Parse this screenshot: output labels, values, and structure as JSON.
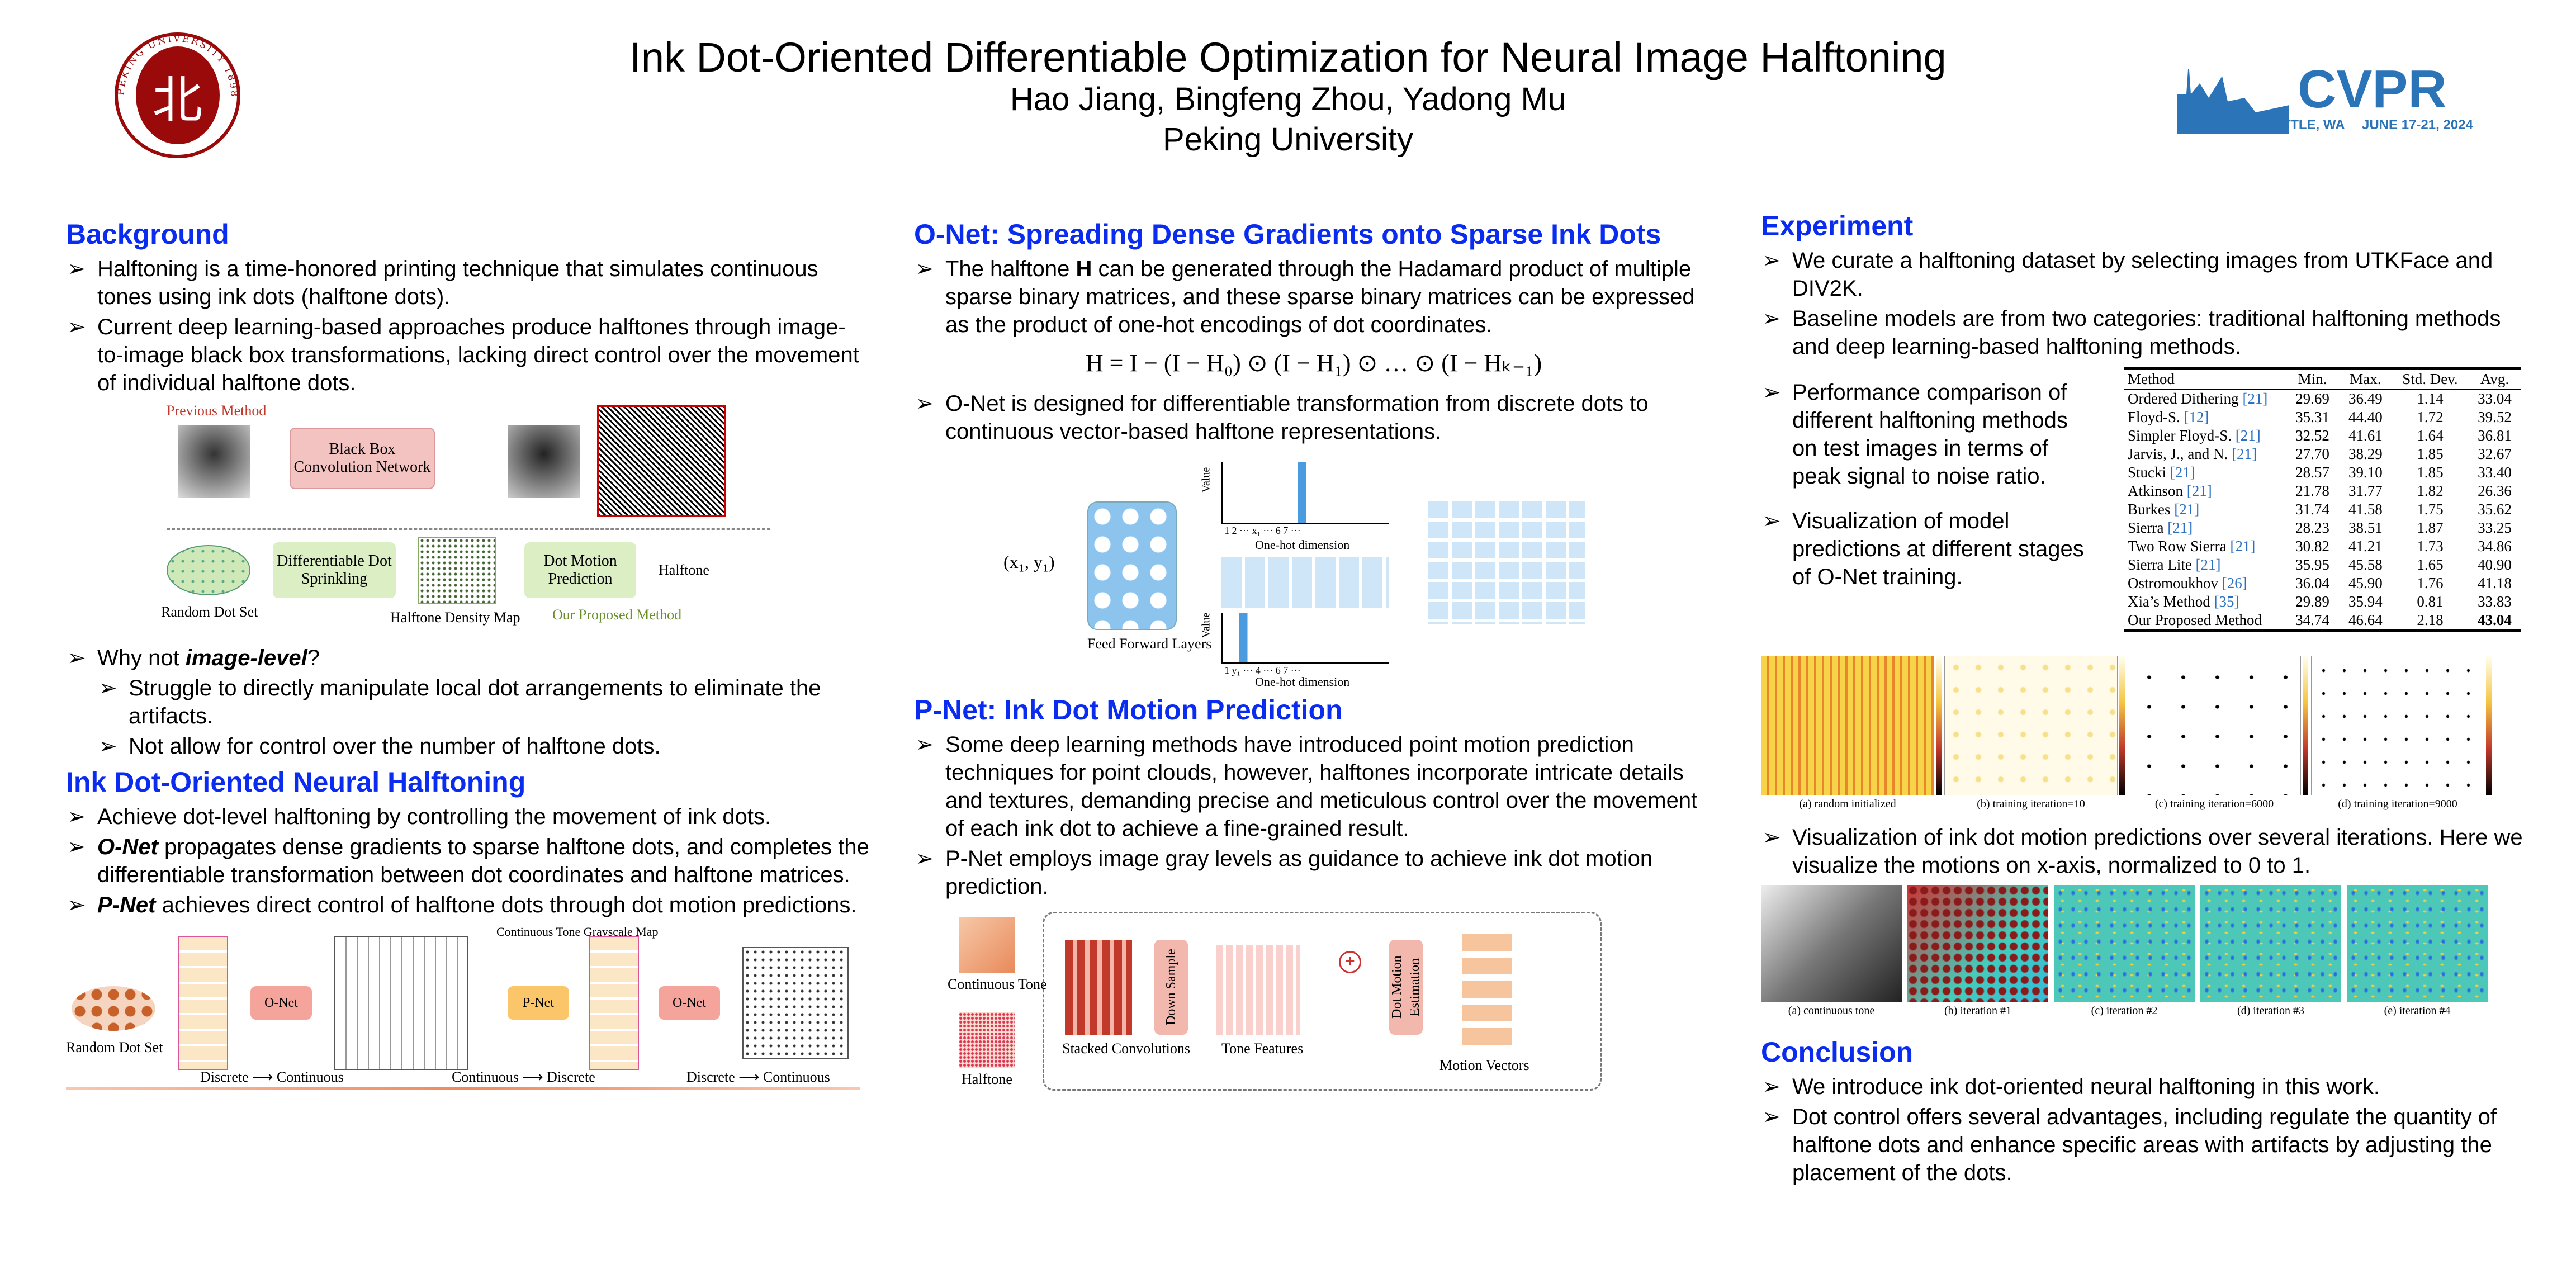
{
  "header": {
    "title": "Ink Dot-Oriented Differentiable Optimization for Neural Image Halftoning",
    "authors": "Hao Jiang, Bingfeng Zhou, Yadong Mu",
    "affiliation": "Peking University",
    "left_logo_text": "PEKING UNIVERSITY 1898",
    "cvpr": {
      "name": "CVPR",
      "place": "SEATTLE, WA",
      "dates": "JUNE 17-21, 2024"
    }
  },
  "colors": {
    "heading": "#0a2cf0",
    "pku_red": "#9b0a0a",
    "cvpr_blue": "#2b74b8"
  },
  "background": {
    "heading": "Background",
    "bullets": [
      "Halftoning is a time-honored printing technique that simulates continuous tones using ink dots (halftone dots).",
      "Current deep learning-based approaches produce halftones through image-to-image black box transformations, lacking direct control over the movement of individual halftone dots."
    ],
    "fig": {
      "previous": "Previous Method",
      "blackbox": "Black Box Convolution Network",
      "random": "Random Dot Set",
      "sprinkling": "Differentiable Dot Sprinkling",
      "density": "Halftone Density Map",
      "motion": "Dot Motion Prediction",
      "halftone": "Halftone",
      "ours": "Our Proposed Method"
    },
    "why_lead": "Why not ",
    "why_em": "image-level",
    "why_tail": "?",
    "why_sub": [
      "Struggle to directly manipulate local dot arrangements to eliminate the artifacts.",
      "Not allow for control over the number of halftone dots."
    ]
  },
  "ink": {
    "heading": "Ink Dot-Oriented Neural Halftoning",
    "b1": "Achieve dot-level halftoning by controlling the movement of ink dots.",
    "b2_em": "O-Net",
    "b2": " propagates dense gradients to sparse halftone dots, and completes the differentiable transformation between dot coordinates and halftone matrices.",
    "b3_em": "P-Net",
    "b3": " achieves direct control of halftone dots through dot motion predictions.",
    "fig": {
      "random": "Random Dot Set",
      "onet": "O-Net",
      "pnet": "P-Net",
      "gray": "Continuous Tone Grayscale Map",
      "s1": "Discrete ⟶ Continuous",
      "s2": "Continuous ⟶ Discrete",
      "s3": "Discrete ⟶ Continuous"
    }
  },
  "onet": {
    "heading": "O-Net: Spreading Dense Gradients onto Sparse Ink Dots",
    "b1_pre": "The halftone ",
    "b1_em": "H",
    "b1": " can be generated through the Hadamard product of multiple sparse binary matrices, and these sparse binary matrices can be expressed as the product of one-hot encodings of dot coordinates.",
    "equation": "H = I − (I − H₀) ⊙ (I − H₁) ⊙ … ⊙ (I − Hₖ₋₁)",
    "b2": "O-Net is designed for differentiable transformation from discrete dots to continuous vector-based halftone representations.",
    "fig": {
      "input": "(x₁, y₁)",
      "ff": "Feed Forward Layers",
      "value": "Value",
      "onehot": "One-hot dimension",
      "ticks_top": "1  2  ···  x₁  ···  6  7  ···",
      "ticks_bot": "1  y₁  ···  4  ···  6  7  ···"
    }
  },
  "pnet": {
    "heading": "P-Net: Ink Dot Motion Prediction",
    "b1": "Some deep learning methods have introduced point motion prediction techniques for point clouds, however, halftones incorporate intricate details and textures, demanding precise and meticulous control over the movement of each ink dot to achieve a fine-grained result.",
    "b2": "P-Net employs image gray levels as guidance to achieve ink dot motion prediction.",
    "fig": {
      "tone": "Continuous Tone",
      "halftone": "Halftone",
      "stacked": "Stacked Convolutions",
      "down": "Down Sample",
      "features": "Tone Features",
      "estimation": "Dot Motion Estimation",
      "vectors": "Motion Vectors"
    }
  },
  "experiment": {
    "heading": "Experiment",
    "b1": "We curate a halftoning dataset by selecting images from UTKFace and DIV2K.",
    "b2": "Baseline models are from two categories: traditional halftoning methods and deep learning-based halftoning methods.",
    "b3": "Performance comparison of different halftoning methods on test images in terms of peak signal to noise ratio.",
    "b4": "Visualization of model predictions at different stages of O-Net training.",
    "table": {
      "headers": [
        "Method",
        "Min.",
        "Max.",
        "Std. Dev.",
        "Avg."
      ],
      "rows": [
        {
          "method": "Ordered Dithering ",
          "ref": "[21]",
          "min": "29.69",
          "max": "36.49",
          "std": "1.14",
          "avg": "33.04"
        },
        {
          "method": "Floyd-S. ",
          "ref": "[12]",
          "min": "35.31",
          "max": "44.40",
          "std": "1.72",
          "avg": "39.52"
        },
        {
          "method": "Simpler Floyd-S. ",
          "ref": "[21]",
          "min": "32.52",
          "max": "41.61",
          "std": "1.64",
          "avg": "36.81"
        },
        {
          "method": "Jarvis, J., and N. ",
          "ref": "[21]",
          "min": "27.70",
          "max": "38.29",
          "std": "1.85",
          "avg": "32.67"
        },
        {
          "method": "Stucki ",
          "ref": "[21]",
          "min": "28.57",
          "max": "39.10",
          "std": "1.85",
          "avg": "33.40"
        },
        {
          "method": "Atkinson ",
          "ref": "[21]",
          "min": "21.78",
          "max": "31.77",
          "std": "1.82",
          "avg": "26.36"
        },
        {
          "method": "Burkes ",
          "ref": "[21]",
          "min": "31.74",
          "max": "41.58",
          "std": "1.75",
          "avg": "35.62"
        },
        {
          "method": "Sierra ",
          "ref": "[21]",
          "min": "28.23",
          "max": "38.51",
          "std": "1.87",
          "avg": "33.25"
        },
        {
          "method": "Two Row Sierra ",
          "ref": "[21]",
          "min": "30.82",
          "max": "41.21",
          "std": "1.73",
          "avg": "34.86"
        },
        {
          "method": "Sierra Lite ",
          "ref": "[21]",
          "min": "35.95",
          "max": "45.58",
          "std": "1.65",
          "avg": "40.90"
        },
        {
          "method": "Ostromoukhov ",
          "ref": "[26]",
          "min": "36.04",
          "max": "45.90",
          "std": "1.76",
          "avg": "41.18"
        },
        {
          "method": "Xia’s Method ",
          "ref": "[35]",
          "min": "29.89",
          "max": "35.94",
          "std": "0.81",
          "avg": "33.83"
        },
        {
          "method": "Our Proposed Method",
          "ref": "",
          "min": "34.74",
          "max": "46.64",
          "std": "2.18",
          "avg": "43.04"
        }
      ]
    },
    "training_captions": [
      "(a) random initialized",
      "(b) training iteration=10",
      "(c) training iteration=6000",
      "(d) training iteration=9000"
    ],
    "b5": "Visualization of ink dot motion predictions over several iterations. Here we visualize the motions on x-axis, normalized to 0 to 1.",
    "motion_captions": [
      "(a) continuous tone",
      "(b) iteration #1",
      "(c) iteration #2",
      "(d) iteration #3",
      "(e) iteration #4"
    ]
  },
  "conclusion": {
    "heading": "Conclusion",
    "b1": "We introduce ink dot-oriented neural halftoning in this work.",
    "b2": "Dot control offers several advantages, including regulate the quantity of halftone dots and enhance specific areas with artifacts by adjusting the placement of the dots."
  }
}
